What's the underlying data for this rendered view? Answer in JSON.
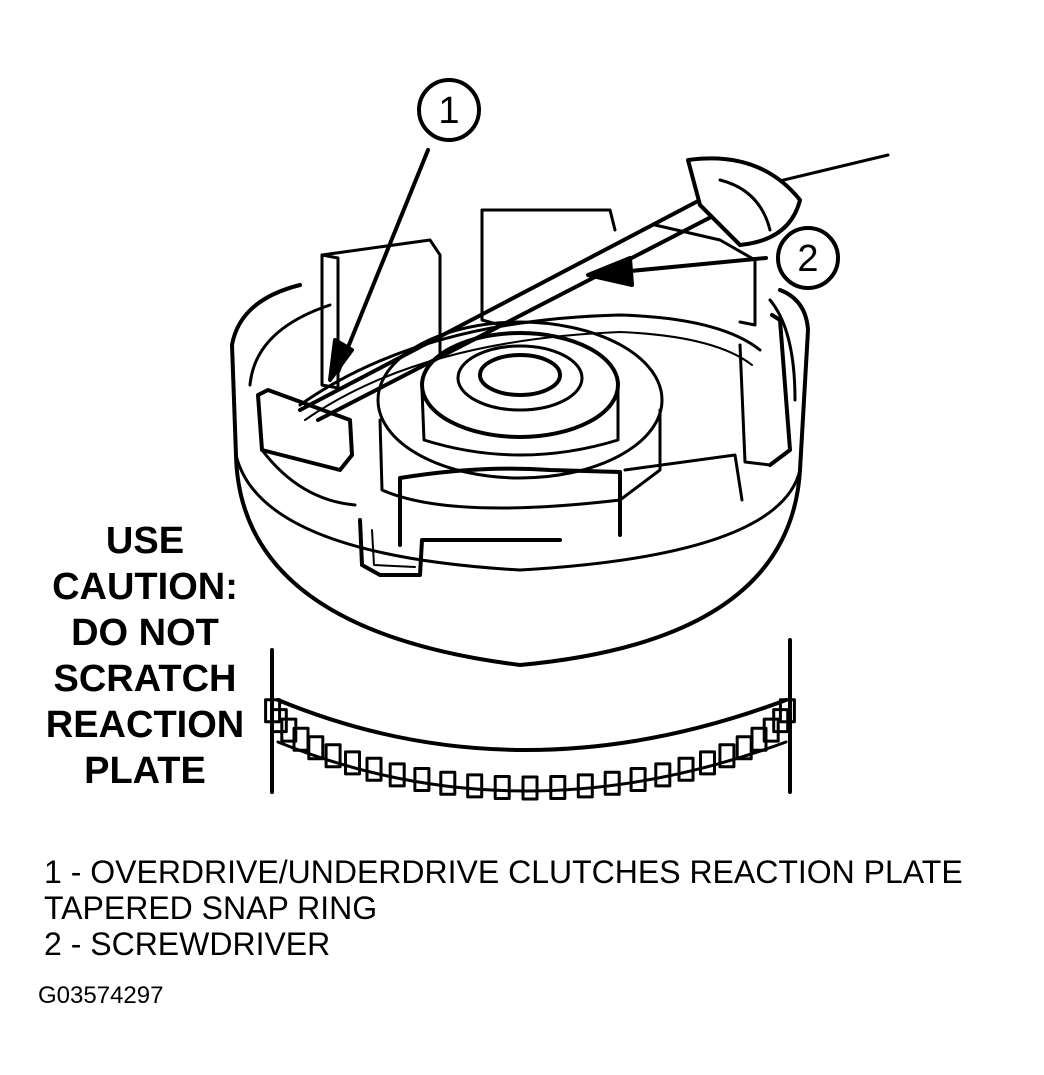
{
  "callouts": [
    {
      "number": "1"
    },
    {
      "number": "2"
    }
  ],
  "caution_lines": [
    "USE",
    "CAUTION:",
    "DO NOT",
    "SCRATCH",
    "REACTION",
    "PLATE"
  ],
  "legend": [
    {
      "line1": "1 - OVERDRIVE/UNDERDRIVE CLUTCHES REACTION PLATE",
      "line2": "TAPERED SNAP RING"
    },
    {
      "line1": "2 - SCREWDRIVER"
    }
  ],
  "figure_id": "G03574297",
  "icons": {
    "callout_marker": "circled-number",
    "pointer": "arrow"
  },
  "colors": {
    "ink": "#000000",
    "paper": "#ffffff"
  }
}
